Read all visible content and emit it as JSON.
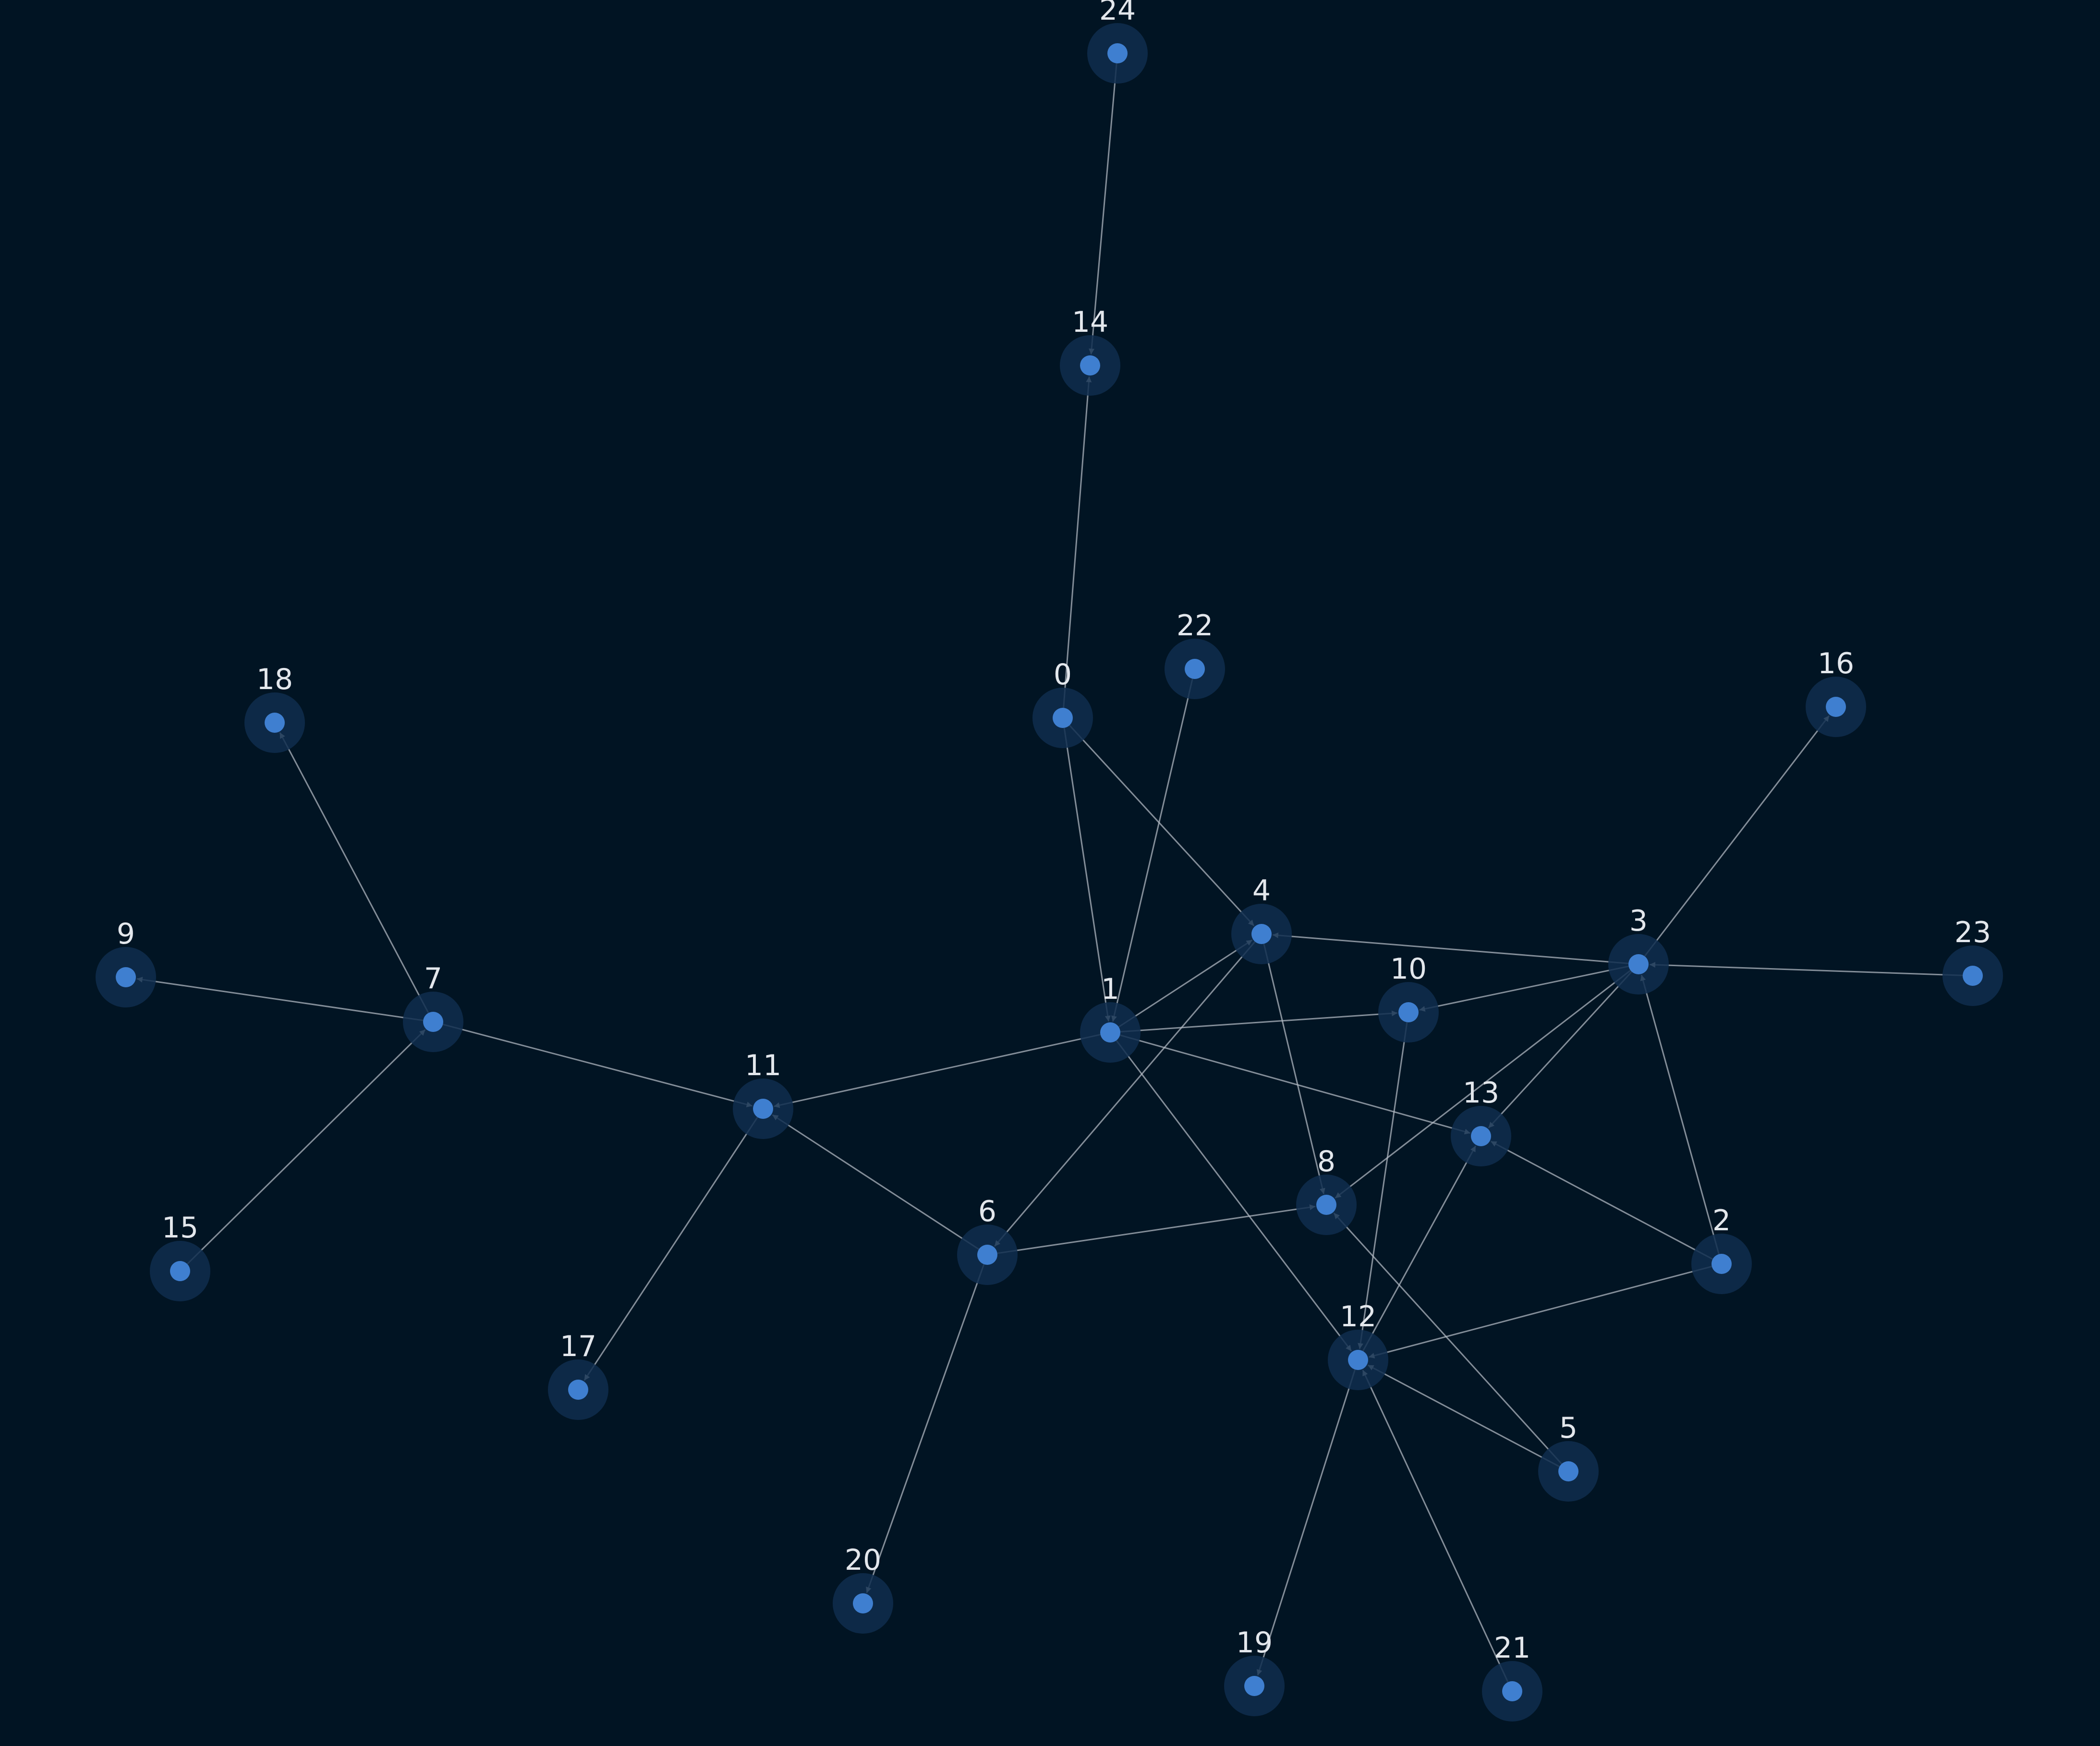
{
  "graph": {
    "directed": true,
    "colors": {
      "background": "#011423",
      "edge": "#b5bcc6",
      "node_core": "#3f7fd0",
      "node_halo": "#0f2d4d",
      "label": "#e3e7ec"
    },
    "nodes": [
      {
        "id": "0",
        "label": "0"
      },
      {
        "id": "1",
        "label": "1"
      },
      {
        "id": "2",
        "label": "2"
      },
      {
        "id": "3",
        "label": "3"
      },
      {
        "id": "4",
        "label": "4"
      },
      {
        "id": "5",
        "label": "5"
      },
      {
        "id": "6",
        "label": "6"
      },
      {
        "id": "7",
        "label": "7"
      },
      {
        "id": "8",
        "label": "8"
      },
      {
        "id": "9",
        "label": "9"
      },
      {
        "id": "10",
        "label": "10"
      },
      {
        "id": "11",
        "label": "11"
      },
      {
        "id": "12",
        "label": "12"
      },
      {
        "id": "13",
        "label": "13"
      },
      {
        "id": "14",
        "label": "14"
      },
      {
        "id": "15",
        "label": "15"
      },
      {
        "id": "16",
        "label": "16"
      },
      {
        "id": "17",
        "label": "17"
      },
      {
        "id": "18",
        "label": "18"
      },
      {
        "id": "19",
        "label": "19"
      },
      {
        "id": "20",
        "label": "20"
      },
      {
        "id": "21",
        "label": "21"
      },
      {
        "id": "22",
        "label": "22"
      },
      {
        "id": "23",
        "label": "23"
      },
      {
        "id": "24",
        "label": "24"
      }
    ],
    "edges": [
      {
        "source": "24",
        "target": "14"
      },
      {
        "source": "0",
        "target": "14"
      },
      {
        "source": "0",
        "target": "4"
      },
      {
        "source": "0",
        "target": "1"
      },
      {
        "source": "22",
        "target": "1"
      },
      {
        "source": "1",
        "target": "4"
      },
      {
        "source": "1",
        "target": "10"
      },
      {
        "source": "1",
        "target": "13"
      },
      {
        "source": "1",
        "target": "11"
      },
      {
        "source": "1",
        "target": "12"
      },
      {
        "source": "3",
        "target": "4"
      },
      {
        "source": "3",
        "target": "10"
      },
      {
        "source": "3",
        "target": "13"
      },
      {
        "source": "3",
        "target": "8"
      },
      {
        "source": "3",
        "target": "16"
      },
      {
        "source": "23",
        "target": "3"
      },
      {
        "source": "2",
        "target": "3"
      },
      {
        "source": "2",
        "target": "13"
      },
      {
        "source": "2",
        "target": "12"
      },
      {
        "source": "4",
        "target": "8"
      },
      {
        "source": "4",
        "target": "6"
      },
      {
        "source": "10",
        "target": "12"
      },
      {
        "source": "12",
        "target": "13"
      },
      {
        "source": "12",
        "target": "19"
      },
      {
        "source": "5",
        "target": "12"
      },
      {
        "source": "5",
        "target": "8"
      },
      {
        "source": "21",
        "target": "12"
      },
      {
        "source": "6",
        "target": "8"
      },
      {
        "source": "6",
        "target": "11"
      },
      {
        "source": "6",
        "target": "20"
      },
      {
        "source": "7",
        "target": "11"
      },
      {
        "source": "7",
        "target": "9"
      },
      {
        "source": "7",
        "target": "18"
      },
      {
        "source": "15",
        "target": "7"
      },
      {
        "source": "11",
        "target": "17"
      }
    ]
  }
}
